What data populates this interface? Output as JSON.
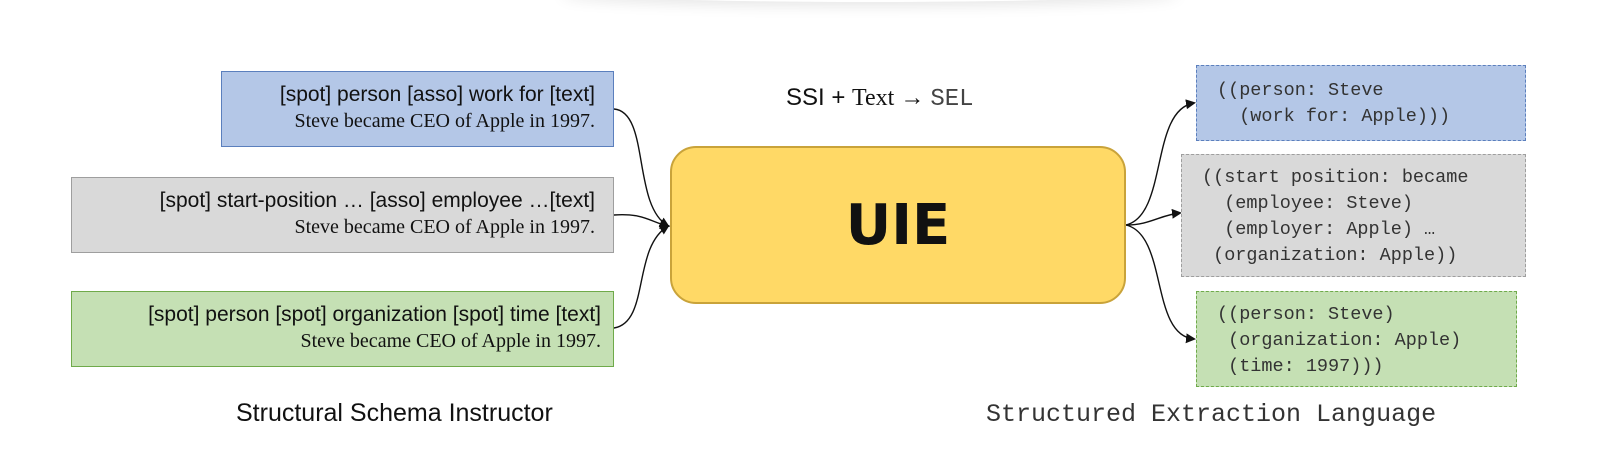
{
  "formula": {
    "part1": "SSI + ",
    "part2": "Text → ",
    "part3": "SEL"
  },
  "center": {
    "label": "UIE",
    "fill_color": "#ffd966",
    "border_color": "#c9a33a"
  },
  "inputs": [
    {
      "schema": "[spot] person [asso] work for [text]",
      "sentence": "Steve became CEO of Apple in 1997.",
      "fill_color": "#b4c7e7",
      "border_color": "#5b7fbd"
    },
    {
      "schema": "[spot] start-position … [asso] employee …[text]",
      "sentence": "Steve became CEO of Apple in 1997.",
      "fill_color": "#d9d9d9",
      "border_color": "#9e9e9e"
    },
    {
      "schema": "[spot] person [spot] organization [spot] time [text]",
      "sentence": "Steve became CEO of Apple in 1997.",
      "fill_color": "#c5e0b4",
      "border_color": "#6faa4a"
    }
  ],
  "outputs": [
    {
      "lines": [
        "((person: Steve",
        "  (work for: Apple)))"
      ],
      "fill_color": "#b4c7e7",
      "border_color": "#5b7fbd"
    },
    {
      "lines": [
        "((start position: became",
        "  (employee: Steve)",
        "  (employer: Apple) …",
        " (organization: Apple))"
      ],
      "fill_color": "#d9d9d9",
      "border_color": "#9e9e9e"
    },
    {
      "lines": [
        "((person: Steve)",
        " (organization: Apple)",
        " (time: 1997)))"
      ],
      "fill_color": "#c5e0b4",
      "border_color": "#6faa4a"
    }
  ],
  "captions": {
    "left": "Structural Schema Instructor",
    "right": "Structured Extraction Language"
  }
}
